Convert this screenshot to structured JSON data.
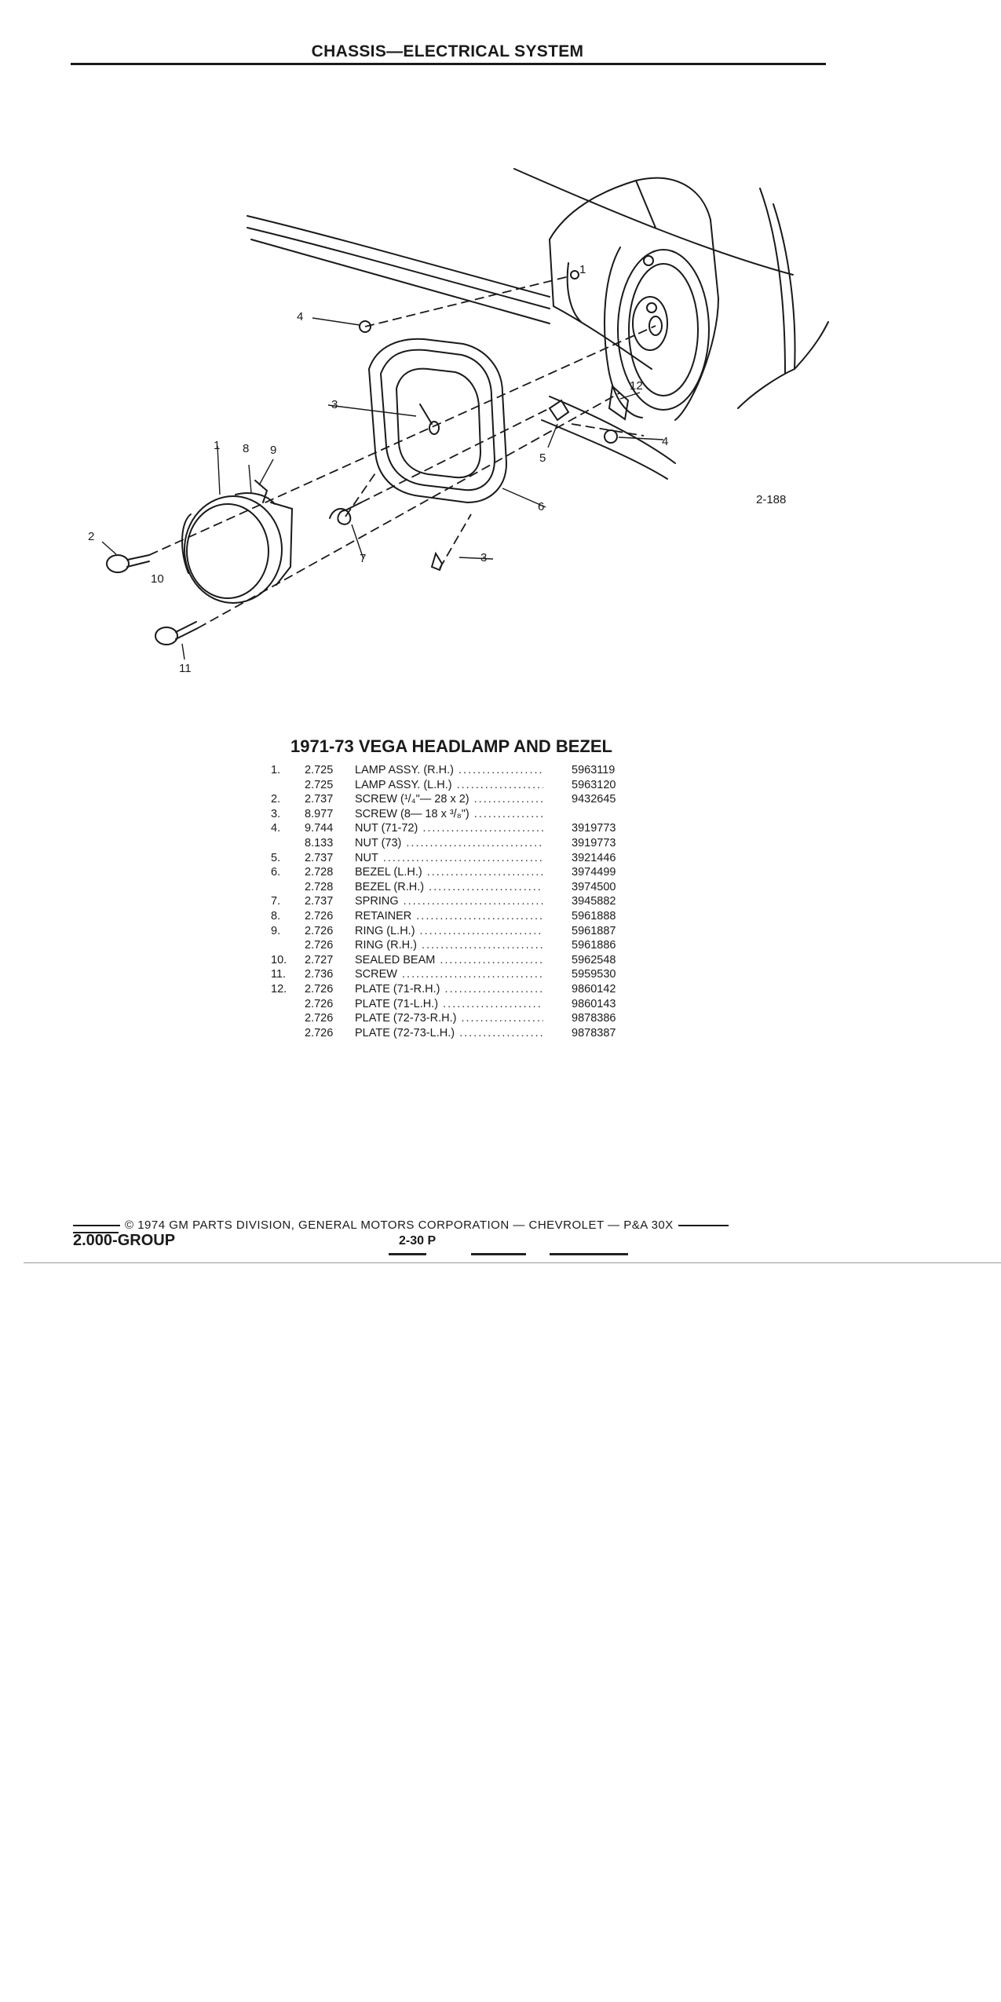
{
  "header": {
    "title": "CHASSIS—ELECTRICAL SYSTEM"
  },
  "diagram": {
    "figure_number": "2-188",
    "callouts": [
      "1",
      "2",
      "3",
      "4",
      "5",
      "6",
      "7",
      "8",
      "9",
      "10",
      "11",
      "12"
    ]
  },
  "catalog": {
    "title": "1971-73 VEGA HEADLAMP AND BEZEL",
    "rows": [
      {
        "no": "1.",
        "group": "2.725",
        "desc": "LAMP ASSY. (R.H.)",
        "part": "5963119"
      },
      {
        "no": "",
        "group": "2.725",
        "desc": "LAMP ASSY. (L.H.)",
        "part": "5963120"
      },
      {
        "no": "2.",
        "group": "2.737",
        "desc": "SCREW (¹/₄\"— 28 x 2)",
        "part": "9432645"
      },
      {
        "no": "3.",
        "group": "8.977",
        "desc": "SCREW (8— 18 x ³/₈\")",
        "part": ""
      },
      {
        "no": "4.",
        "group": "9.744",
        "desc": "NUT (71-72)",
        "part": "3919773"
      },
      {
        "no": "",
        "group": "8.133",
        "desc": "NUT (73)",
        "part": "3919773"
      },
      {
        "no": "5.",
        "group": "2.737",
        "desc": "NUT",
        "part": "3921446"
      },
      {
        "no": "6.",
        "group": "2.728",
        "desc": "BEZEL (L.H.)",
        "part": "3974499"
      },
      {
        "no": "",
        "group": "2.728",
        "desc": "BEZEL (R.H.)",
        "part": "3974500"
      },
      {
        "no": "7.",
        "group": "2.737",
        "desc": "SPRING",
        "part": "3945882"
      },
      {
        "no": "8.",
        "group": "2.726",
        "desc": "RETAINER",
        "part": "5961888"
      },
      {
        "no": "9.",
        "group": "2.726",
        "desc": "RING (L.H.)",
        "part": "5961887"
      },
      {
        "no": "",
        "group": "2.726",
        "desc": "RING (R.H.)",
        "part": "5961886"
      },
      {
        "no": "10.",
        "group": "2.727",
        "desc": "SEALED BEAM",
        "part": "5962548"
      },
      {
        "no": "11.",
        "group": "2.736",
        "desc": "SCREW",
        "part": "5959530"
      },
      {
        "no": "12.",
        "group": "2.726",
        "desc": "PLATE (71-R.H.)",
        "part": "9860142"
      },
      {
        "no": "",
        "group": "2.726",
        "desc": "PLATE (71-L.H.)",
        "part": "9860143"
      },
      {
        "no": "",
        "group": "2.726",
        "desc": "PLATE (72-73-R.H.)",
        "part": "9878386"
      },
      {
        "no": "",
        "group": "2.726",
        "desc": "PLATE (72-73-L.H.)",
        "part": "9878387"
      }
    ]
  },
  "footer": {
    "copyright": "© 1974 GM PARTS DIVISION, GENERAL MOTORS CORPORATION — CHEVROLET — P&A 30X",
    "group_label": "2.000-GROUP",
    "page_number": "2-30 P"
  }
}
